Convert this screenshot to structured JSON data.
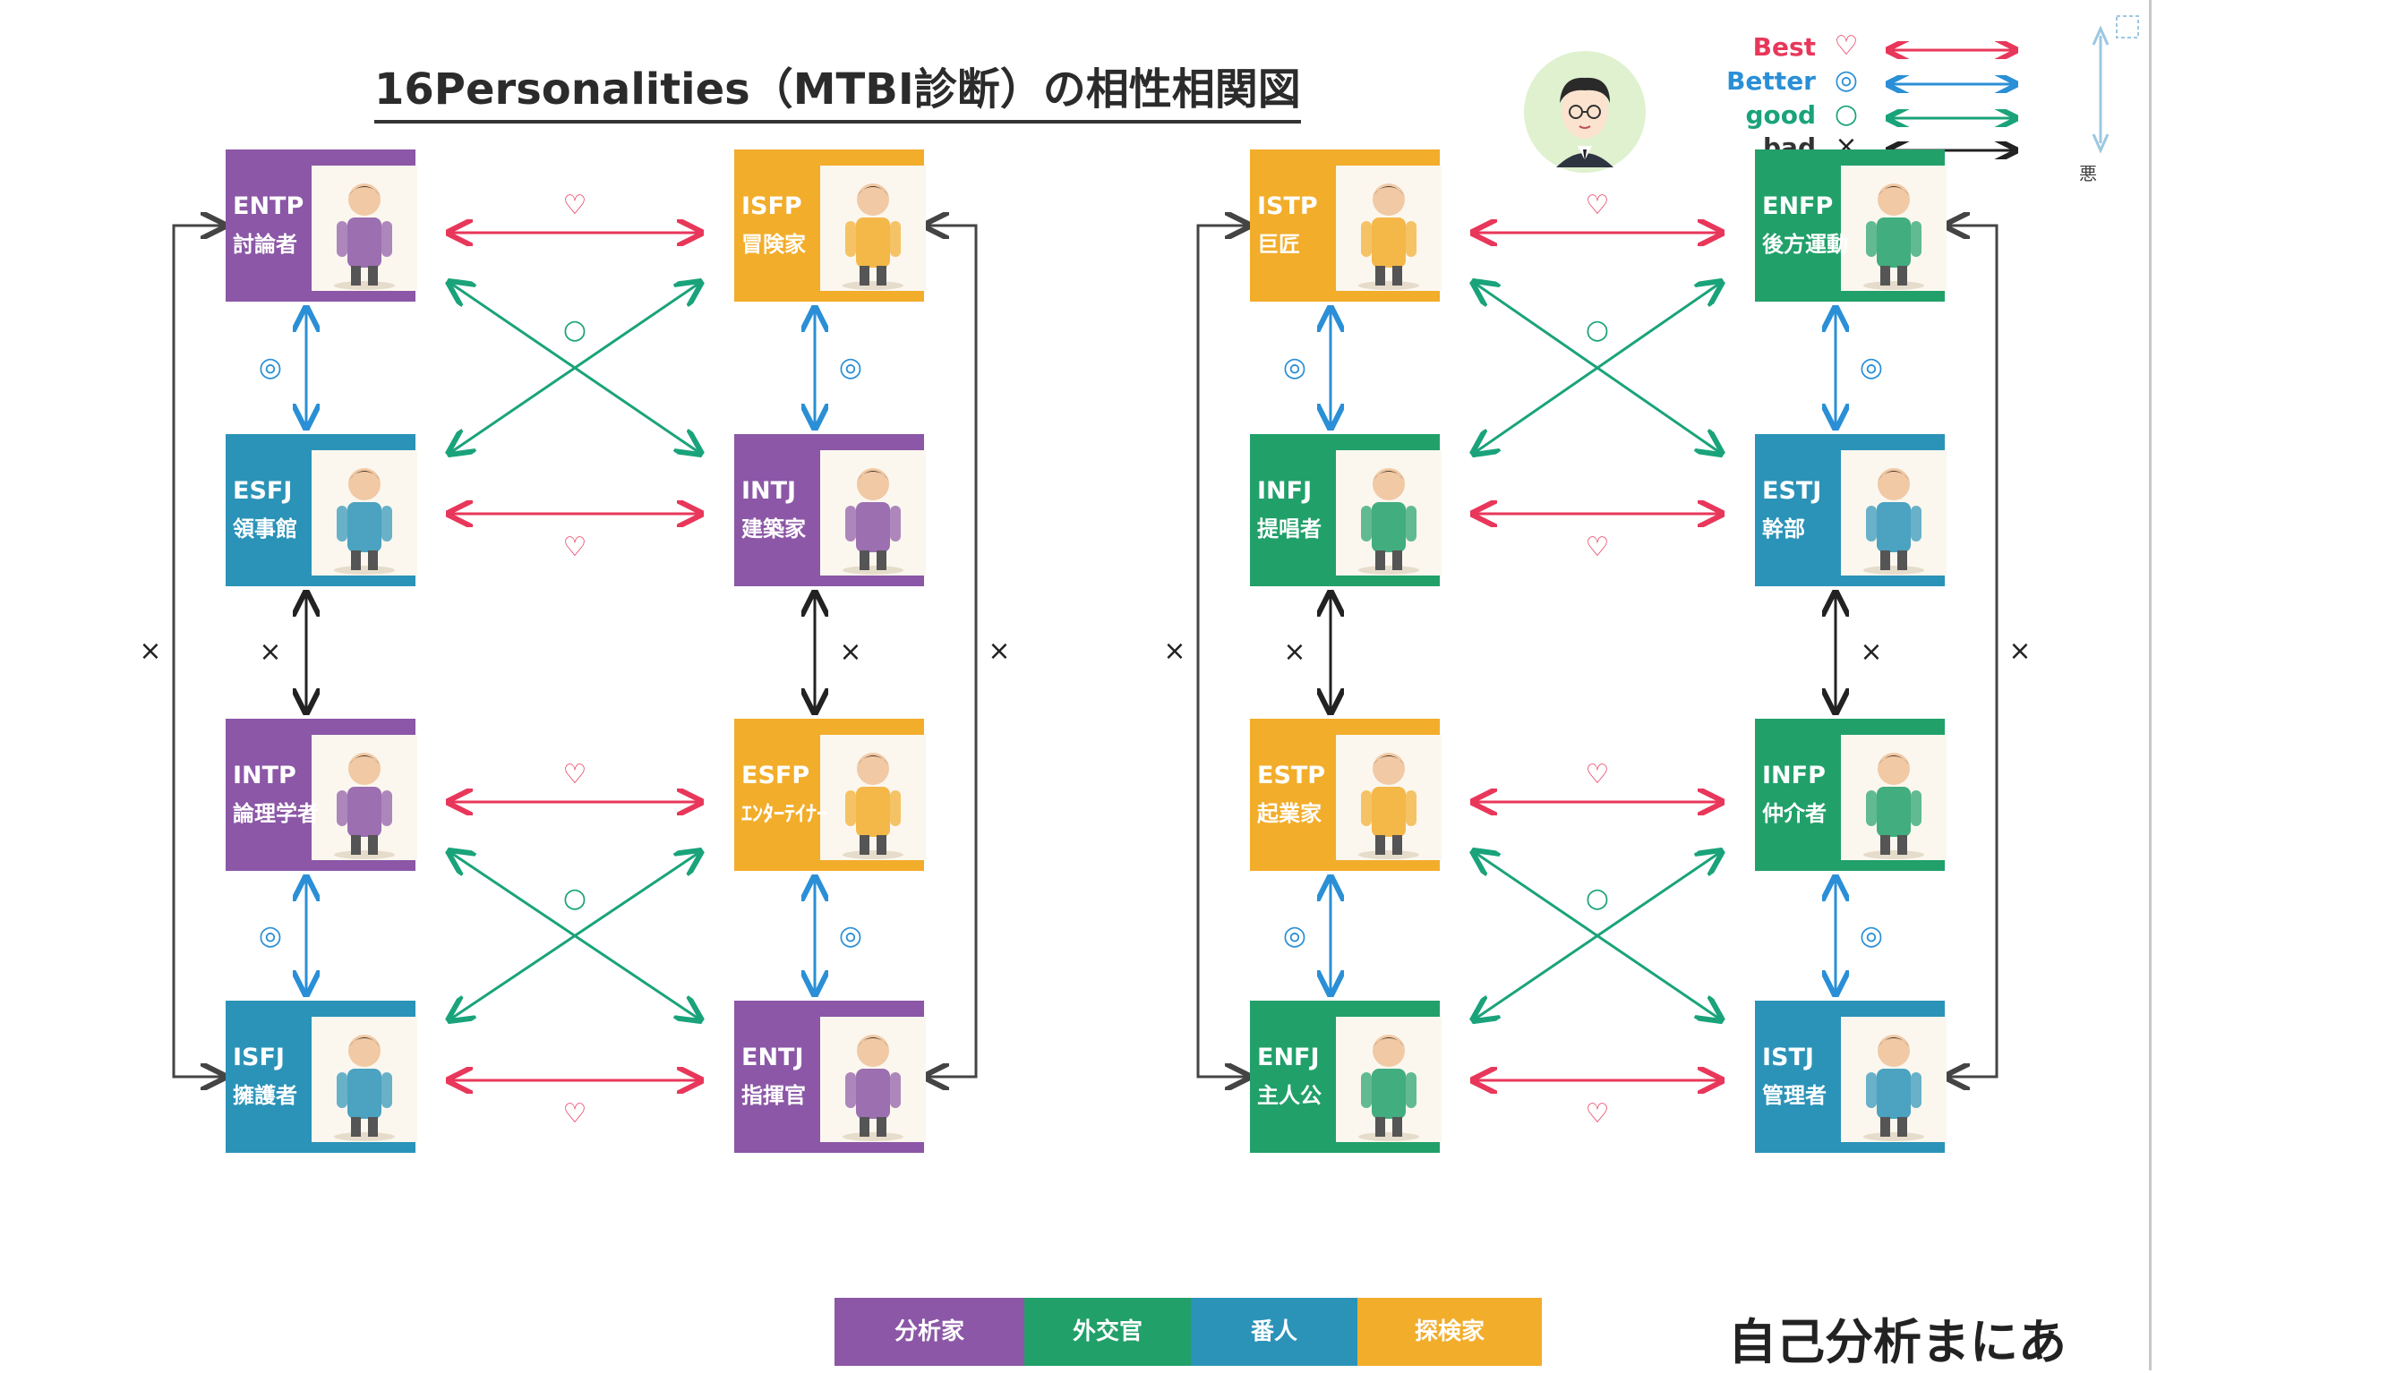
{
  "title": "16Personalities（MTBI診断）の相性相関図",
  "legend": [
    {
      "label": "Best",
      "symbol": "♡",
      "color": "#e8375a"
    },
    {
      "label": "Better",
      "symbol": "◎",
      "color": "#2a8fd6"
    },
    {
      "label": "good",
      "symbol": "○",
      "color": "#1aa37a"
    },
    {
      "label": "bad",
      "symbol": "×",
      "color": "#222222"
    }
  ],
  "scale_label": "悪",
  "colors": {
    "purple": "#8b57a6",
    "orange": "#f2ad2b",
    "green": "#21a06a",
    "blue": "#2b93b8",
    "best": "#e8375a",
    "better": "#2a8fd6",
    "good": "#1aa37a",
    "bad": "#222222",
    "bracket": "#444444"
  },
  "groups": [
    {
      "name": "分析家",
      "color": "#8b57a6"
    },
    {
      "name": "外交官",
      "color": "#21a06a"
    },
    {
      "name": "番人",
      "color": "#2b93b8"
    },
    {
      "name": "探検家",
      "color": "#f2ad2b"
    }
  ],
  "cards": [
    {
      "id": "entp",
      "code": "ENTP",
      "nick": "討論者",
      "color": "#8b57a6",
      "icon": "debater-figure-icon"
    },
    {
      "id": "isfp",
      "code": "ISFP",
      "nick": "冒険家",
      "color": "#f2ad2b",
      "icon": "adventurer-figure-icon"
    },
    {
      "id": "esfj",
      "code": "ESFJ",
      "nick": "領事館",
      "color": "#2b93b8",
      "icon": "consul-figure-icon"
    },
    {
      "id": "intj",
      "code": "INTJ",
      "nick": "建築家",
      "color": "#8b57a6",
      "icon": "architect-figure-icon"
    },
    {
      "id": "intp",
      "code": "INTP",
      "nick": "論理学者",
      "color": "#8b57a6",
      "icon": "logician-figure-icon"
    },
    {
      "id": "esfp",
      "code": "ESFP",
      "nick": "ｴﾝﾀｰﾃｲﾅｰ",
      "color": "#f2ad2b",
      "icon": "entertainer-figure-icon"
    },
    {
      "id": "isfj",
      "code": "ISFJ",
      "nick": "擁護者",
      "color": "#2b93b8",
      "icon": "defender-figure-icon"
    },
    {
      "id": "entj",
      "code": "ENTJ",
      "nick": "指揮官",
      "color": "#8b57a6",
      "icon": "commander-figure-icon"
    },
    {
      "id": "istp",
      "code": "ISTP",
      "nick": "巨匠",
      "color": "#f2ad2b",
      "icon": "virtuoso-figure-icon"
    },
    {
      "id": "enfp",
      "code": "ENFP",
      "nick": "後方運動",
      "color": "#21a06a",
      "icon": "campaigner-figure-icon"
    },
    {
      "id": "infj",
      "code": "INFJ",
      "nick": "提唱者",
      "color": "#21a06a",
      "icon": "advocate-figure-icon"
    },
    {
      "id": "estj",
      "code": "ESTJ",
      "nick": "幹部",
      "color": "#2b93b8",
      "icon": "executive-figure-icon"
    },
    {
      "id": "estp",
      "code": "ESTP",
      "nick": "起業家",
      "color": "#f2ad2b",
      "icon": "entrepreneur-figure-icon"
    },
    {
      "id": "infp",
      "code": "INFP",
      "nick": "仲介者",
      "color": "#21a06a",
      "icon": "mediator-figure-icon"
    },
    {
      "id": "enfj",
      "code": "ENFJ",
      "nick": "主人公",
      "color": "#21a06a",
      "icon": "protagonist-figure-icon"
    },
    {
      "id": "istj",
      "code": "ISTJ",
      "nick": "管理者",
      "color": "#2b93b8",
      "icon": "logistician-figure-icon"
    }
  ],
  "relations": [
    {
      "type": "best",
      "between": [
        "ENTP",
        "ISFP"
      ]
    },
    {
      "type": "best",
      "between": [
        "ESFJ",
        "INTJ"
      ]
    },
    {
      "type": "best",
      "between": [
        "INTP",
        "ESFP"
      ]
    },
    {
      "type": "best",
      "between": [
        "ISFJ",
        "ENTJ"
      ]
    },
    {
      "type": "best",
      "between": [
        "ISTP",
        "ENFP"
      ]
    },
    {
      "type": "best",
      "between": [
        "INFJ",
        "ESTJ"
      ]
    },
    {
      "type": "best",
      "between": [
        "ESTP",
        "INFP"
      ]
    },
    {
      "type": "best",
      "between": [
        "ENFJ",
        "ISTJ"
      ]
    },
    {
      "type": "better",
      "between": [
        "ENTP",
        "ESFJ"
      ]
    },
    {
      "type": "better",
      "between": [
        "ISFP",
        "INTJ"
      ]
    },
    {
      "type": "better",
      "between": [
        "INTP",
        "ISFJ"
      ]
    },
    {
      "type": "better",
      "between": [
        "ESFP",
        "ENTJ"
      ]
    },
    {
      "type": "better",
      "between": [
        "ISTP",
        "INFJ"
      ]
    },
    {
      "type": "better",
      "between": [
        "ENFP",
        "ESTJ"
      ]
    },
    {
      "type": "better",
      "between": [
        "ESTP",
        "ENFJ"
      ]
    },
    {
      "type": "better",
      "between": [
        "INFP",
        "ISTJ"
      ]
    },
    {
      "type": "good",
      "between": [
        "ENTP",
        "INTJ"
      ]
    },
    {
      "type": "good",
      "between": [
        "ESFJ",
        "ISFP"
      ]
    },
    {
      "type": "good",
      "between": [
        "INTP",
        "ENTJ"
      ]
    },
    {
      "type": "good",
      "between": [
        "ISFJ",
        "ESFP"
      ]
    },
    {
      "type": "good",
      "between": [
        "ISTP",
        "ESTJ"
      ]
    },
    {
      "type": "good",
      "between": [
        "INFJ",
        "ENFP"
      ]
    },
    {
      "type": "good",
      "between": [
        "ESTP",
        "ISTJ"
      ]
    },
    {
      "type": "good",
      "between": [
        "ENFJ",
        "INFP"
      ]
    },
    {
      "type": "bad",
      "between": [
        "ESFJ",
        "INTP"
      ]
    },
    {
      "type": "bad",
      "between": [
        "INTJ",
        "ESFP"
      ]
    },
    {
      "type": "bad",
      "between": [
        "INFJ",
        "ESTP"
      ]
    },
    {
      "type": "bad",
      "between": [
        "ESTJ",
        "INFP"
      ]
    },
    {
      "type": "bad",
      "between": [
        "ENTP",
        "ISFJ"
      ]
    },
    {
      "type": "bad",
      "between": [
        "ISFP",
        "ENTJ"
      ]
    },
    {
      "type": "bad",
      "between": [
        "ISTP",
        "ENFJ"
      ]
    },
    {
      "type": "bad",
      "between": [
        "ENFP",
        "ISTJ"
      ]
    }
  ],
  "symbols": {
    "best": "♡",
    "better": "◎",
    "good": "○",
    "bad": "×"
  },
  "brand": "自己分析まにあ"
}
